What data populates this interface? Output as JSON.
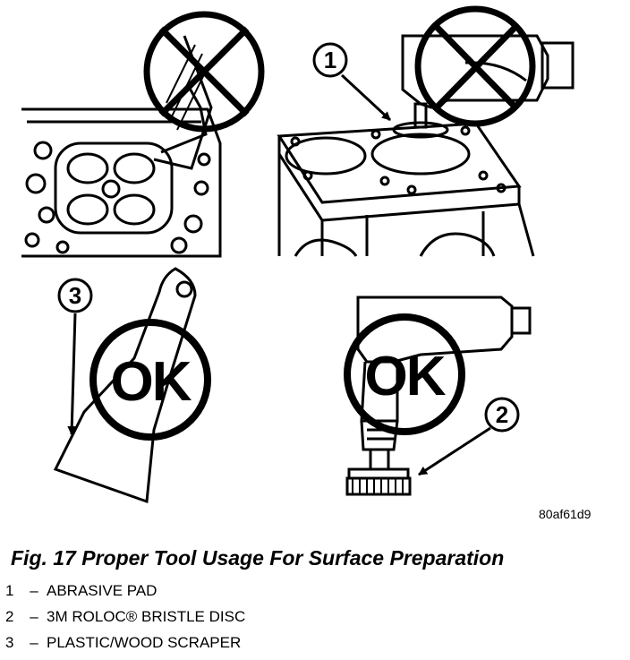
{
  "figure": {
    "panels": [
      {
        "id": "top-left",
        "verdict_icon": "prohibited-x-icon",
        "tool": "abrasive-pad-on-cylinder-head"
      },
      {
        "id": "top-right",
        "verdict_icon": "prohibited-x-icon",
        "callout": "1",
        "tool": "angle-grinder-with-pad"
      },
      {
        "id": "bottom-left",
        "verdict_text": "OK",
        "callout": "3",
        "tool": "plastic-wood-scraper"
      },
      {
        "id": "bottom-right",
        "verdict_text": "OK",
        "callout": "2",
        "tool": "grinder-with-bristle-disc"
      }
    ],
    "reference_code": "80af61d9",
    "caption": "Fig. 17 Proper Tool Usage For Surface Preparation",
    "legend": [
      {
        "num": "1",
        "dash": "–",
        "label": "ABRASIVE PAD"
      },
      {
        "num": "2",
        "dash": "–",
        "label": "3M ROLOC® BRISTLE DISC"
      },
      {
        "num": "3",
        "dash": "–",
        "label": "PLASTIC/WOOD SCRAPER"
      }
    ]
  }
}
